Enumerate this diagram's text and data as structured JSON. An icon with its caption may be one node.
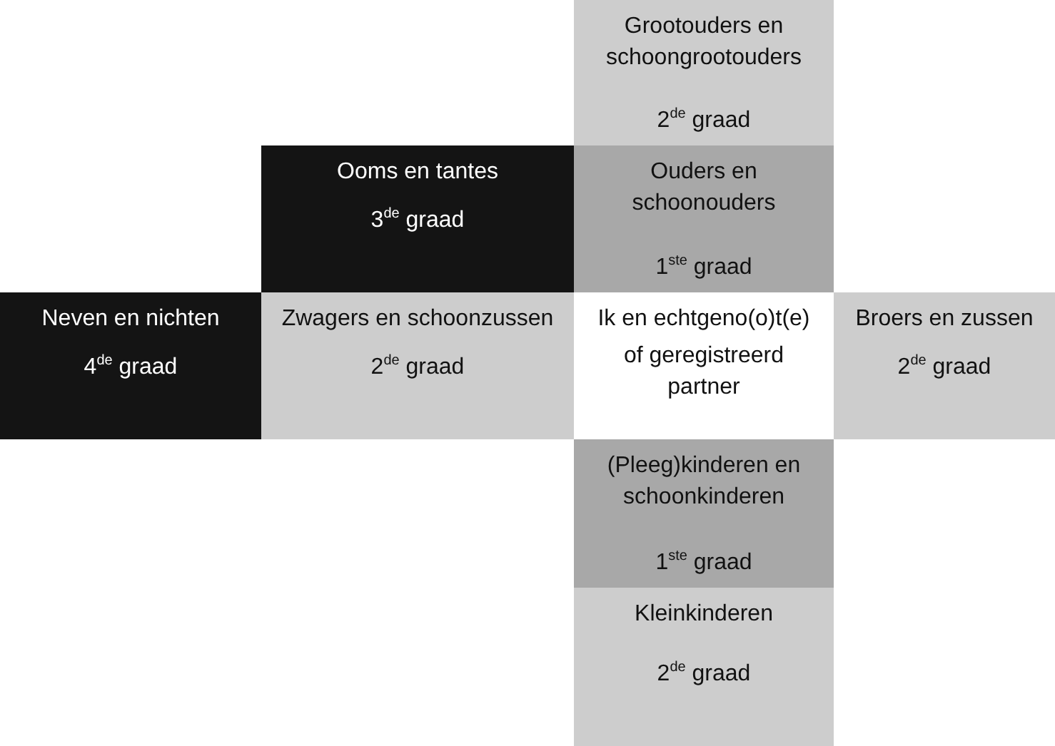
{
  "diagram": {
    "nodes": [
      {
        "text": [
          "Grootouders en schoongrootouders",
          "2$^{de}$ graad"
        ]
      },
      {
        "text": [
          "Ooms en tantes",
          "3$^{de}$ graad"
        ]
      },
      {
        "text": [
          "Ouders en schoonouders",
          "1$^{ste}$ graad"
        ]
      },
      {
        "text": [
          "Neven en nichten",
          "4$^{de}$ graad"
        ]
      },
      {
        "text": [
          "Zwagers en schoonzussen",
          "2$^{de}$ graad"
        ]
      },
      {
        "text": [
          "Ik en echtgeno(o)t(e)",
          "of geregistreerd partner"
        ]
      },
      {
        "text": [
          "Broers en zussen",
          "2$^{de}$ graad"
        ]
      },
      {
        "text": [
          "(Pleeg)kinderen en schoonkinderen",
          "1$^{ste}$ graad"
        ]
      },
      {
        "text": [
          "Kleinkinderen",
          "2$^{de}$ graad"
        ]
      }
    ]
  }
}
